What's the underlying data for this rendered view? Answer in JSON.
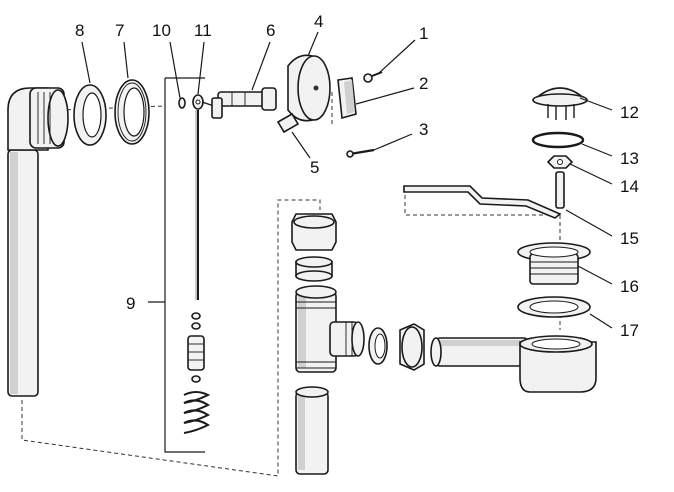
{
  "diagram": {
    "callouts": [
      {
        "id": "1",
        "label": "1"
      },
      {
        "id": "2",
        "label": "2"
      },
      {
        "id": "3",
        "label": "3"
      },
      {
        "id": "4",
        "label": "4"
      },
      {
        "id": "5",
        "label": "5"
      },
      {
        "id": "6",
        "label": "6"
      },
      {
        "id": "7",
        "label": "7"
      },
      {
        "id": "8",
        "label": "8"
      },
      {
        "id": "9",
        "label": "9"
      },
      {
        "id": "10",
        "label": "10"
      },
      {
        "id": "11",
        "label": "11"
      },
      {
        "id": "12",
        "label": "12"
      },
      {
        "id": "13",
        "label": "13"
      },
      {
        "id": "14",
        "label": "14"
      },
      {
        "id": "15",
        "label": "15"
      },
      {
        "id": "16",
        "label": "16"
      },
      {
        "id": "17",
        "label": "17"
      }
    ],
    "colors": {
      "line": "#1a1a1a",
      "fill": "#f2f2f2",
      "shade": "#d0d0d0"
    }
  }
}
